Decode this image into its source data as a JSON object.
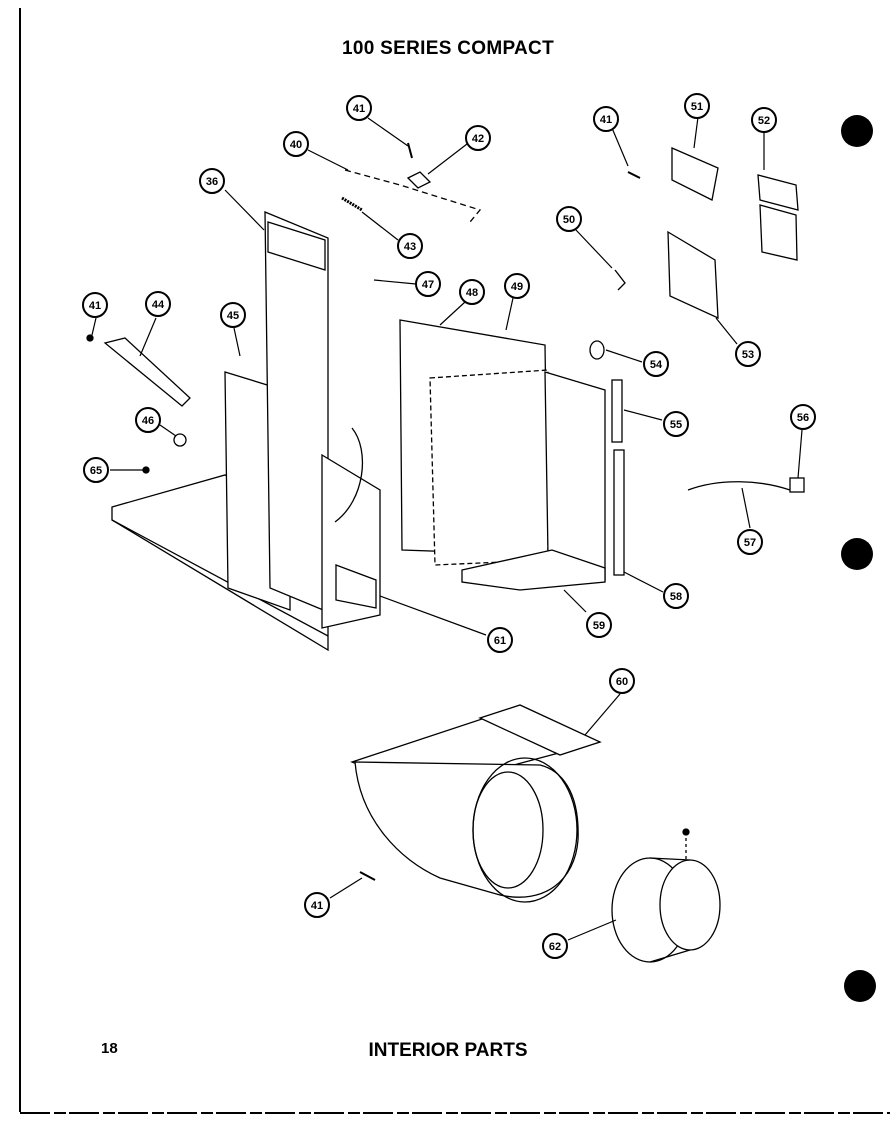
{
  "header": {
    "title": "100 SERIES COMPACT"
  },
  "footer": {
    "page_number": "18",
    "section_title": "INTERIOR PARTS"
  },
  "callouts": [
    {
      "label": "41"
    },
    {
      "label": "40"
    },
    {
      "label": "42"
    },
    {
      "label": "43"
    },
    {
      "label": "36"
    },
    {
      "label": "47"
    },
    {
      "label": "41"
    },
    {
      "label": "51"
    },
    {
      "label": "52"
    },
    {
      "label": "50"
    },
    {
      "label": "53"
    },
    {
      "label": "48"
    },
    {
      "label": "49"
    },
    {
      "label": "54"
    },
    {
      "label": "41"
    },
    {
      "label": "44"
    },
    {
      "label": "45"
    },
    {
      "label": "46"
    },
    {
      "label": "65"
    },
    {
      "label": "55"
    },
    {
      "label": "56"
    },
    {
      "label": "57"
    },
    {
      "label": "58"
    },
    {
      "label": "59"
    },
    {
      "label": "61"
    },
    {
      "label": "60"
    },
    {
      "label": "41"
    },
    {
      "label": "62"
    }
  ]
}
